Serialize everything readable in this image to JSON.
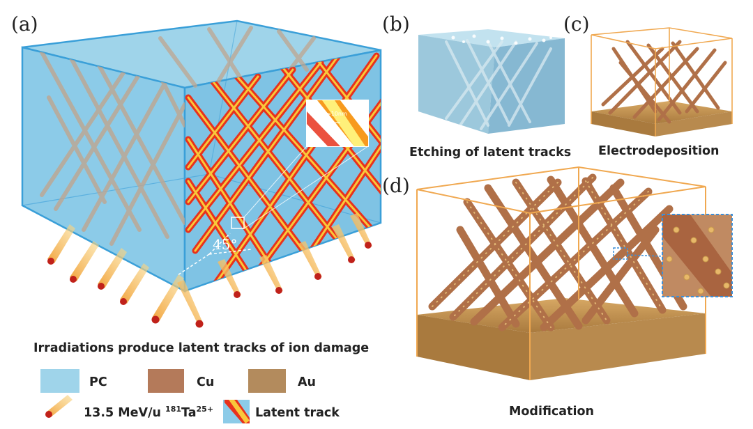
{
  "panels": {
    "a": {
      "label": "(a)",
      "caption": "Irradiations produce latent tracks of ion damage",
      "angle_label": "45°",
      "inset_label": "≈10nm"
    },
    "b": {
      "label": "(b)",
      "caption": "Etching of latent tracks"
    },
    "c": {
      "label": "(c)",
      "caption": "Electrodeposition"
    },
    "d": {
      "label": "(d)",
      "caption": "Modification"
    }
  },
  "legend": [
    {
      "key": "pc",
      "label": "PC",
      "swatch": "#9fd4ea"
    },
    {
      "key": "cu",
      "label": "Cu",
      "swatch": "#b47a5a"
    },
    {
      "key": "au",
      "label": "Au",
      "swatch": "#b38b5d"
    },
    {
      "key": "ion",
      "label_main": "13.5 MeV/u ",
      "mass": "181",
      "element": "Ta",
      "charge": "25+"
    },
    {
      "key": "track",
      "label": "Latent track"
    }
  ],
  "colors": {
    "pc_fill": "#7fc6e6",
    "pc_edge": "#3a9fd8",
    "cu_rod": "#b07048",
    "au_base": "#c59a5c",
    "track_red": "#e8321c",
    "track_yellow": "#f6c21e",
    "frame_orange": "#f0a850",
    "inset_blue": "#3c8fd8"
  }
}
